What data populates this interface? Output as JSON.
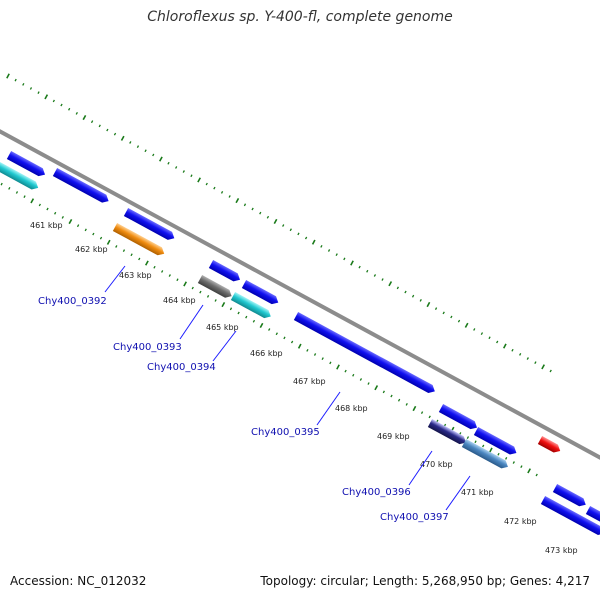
{
  "title": "Chloroflexus sp. Y-400-fl, complete genome",
  "footer": {
    "accession": "Accession: NC_012032",
    "summary": "Topology: circular; Length: 5,268,950 bp; Genes: 4,217"
  },
  "kbp_labels": [
    "461 kbp",
    "462 kbp",
    "463 kbp",
    "464 kbp",
    "465 kbp",
    "466 kbp",
    "467 kbp",
    "468 kbp",
    "469 kbp",
    "470 kbp",
    "471 kbp",
    "472 kbp",
    "473 kbp"
  ],
  "gene_labels": [
    "Chy400_0392",
    "Chy400_0393",
    "Chy400_0394",
    "Chy400_0395",
    "Chy400_0396",
    "Chy400_0397"
  ],
  "colors": {
    "backbone": "#8c8c8c",
    "tick": "#1a7a1a",
    "gene_blue": "#1010f0",
    "gene_cyan": "#20c8d0",
    "gene_orange": "#f08c10",
    "gene_gray": "#6c6c6c",
    "gene_navy": "#2a2a8a",
    "gene_steel": "#4a86c0",
    "gene_red": "#f01010"
  }
}
